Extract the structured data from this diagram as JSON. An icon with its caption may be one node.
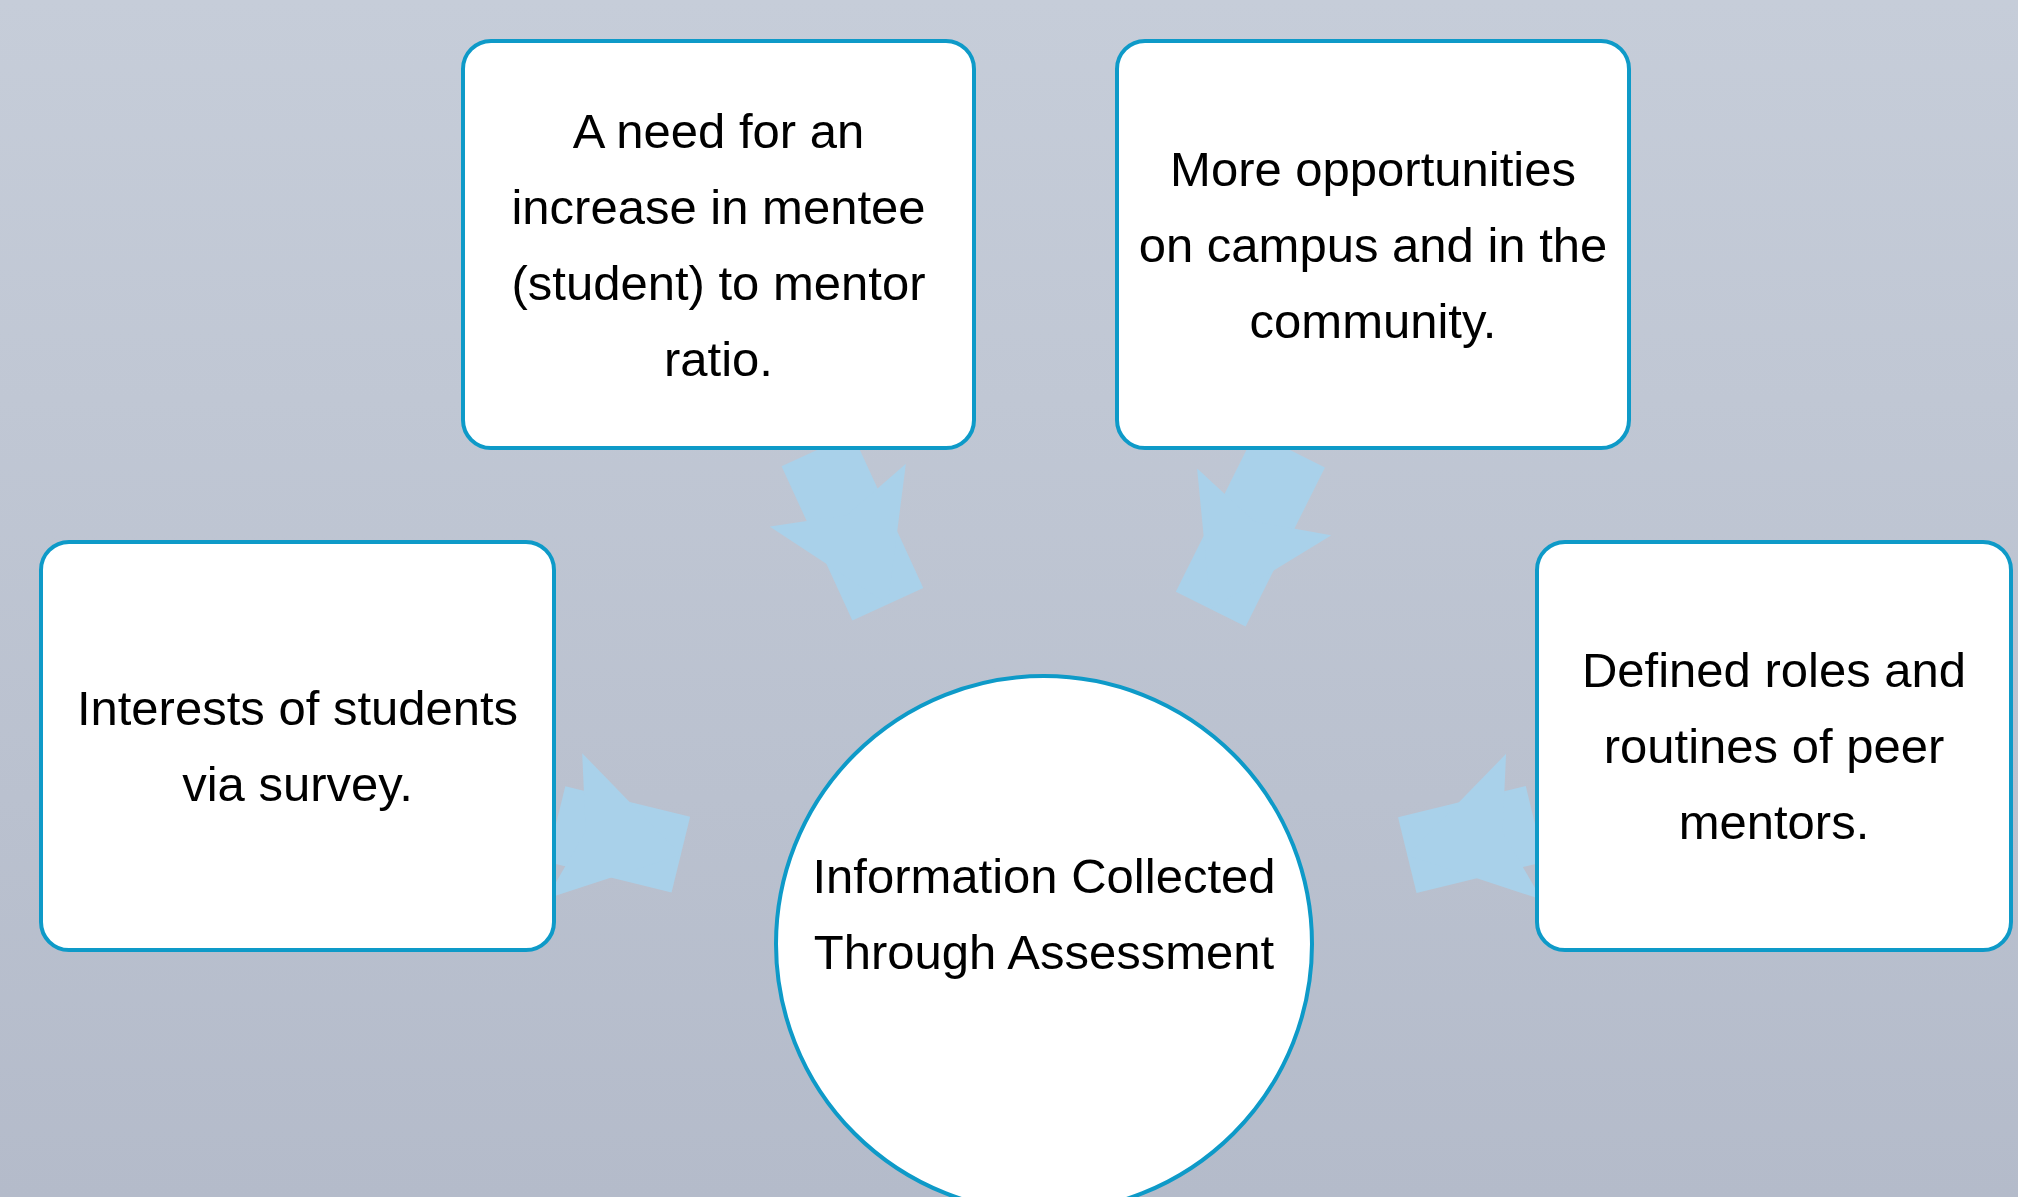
{
  "diagram": {
    "nodes": [
      {
        "text": [
          "A need for an increase in mentee (student) to mentor ratio."
        ]
      },
      {
        "text": [
          "More opportunities on campus and in the community."
        ]
      },
      {
        "text": [
          "Interests of students via survey."
        ]
      },
      {
        "text": [
          "Defined roles and routines of peer mentors."
        ]
      },
      {
        "text": [
          "Information Collected Through Assessment"
        ]
      }
    ],
    "edges": [
      {
        "from": 0,
        "to": 4,
        "arrow": "to"
      },
      {
        "from": 1,
        "to": 4,
        "arrow": "to"
      },
      {
        "from": 2,
        "to": 4,
        "arrow": "to"
      },
      {
        "from": 3,
        "to": 4,
        "arrow": "to"
      }
    ]
  }
}
